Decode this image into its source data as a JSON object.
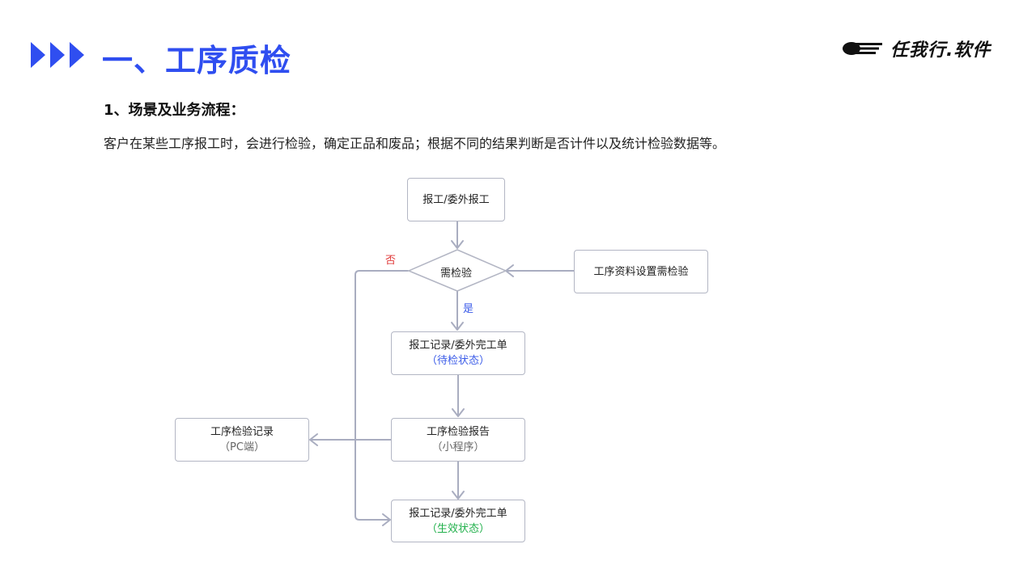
{
  "header": {
    "title": "一、工序质检",
    "logo_text": "任我行.软件"
  },
  "section": {
    "title": "1、场景及业务流程：",
    "description": "客户在某些工序报工时，会进行检验，确定正品和废品；根据不同的结果判断是否计件以及统计检验数据等。"
  },
  "flow": {
    "start": "报工/委外报工",
    "decision": "需检验",
    "config": "工序资料设置需检验",
    "record_pending": {
      "title": "报工记录/委外完工单",
      "status": "（待检状态）"
    },
    "report": {
      "title": "工序检验报告",
      "sub": "（小程序）"
    },
    "pc_record": {
      "title": "工序检验记录",
      "sub": "（PC端）"
    },
    "record_effective": {
      "title": "报工记录/委外完工单",
      "status": "（生效状态）"
    },
    "label_no": "否",
    "label_yes": "是"
  },
  "colors": {
    "accent": "#2f4ef0",
    "line": "#a9adc0",
    "status_pending": "#3a5be8",
    "status_effective": "#21b04b",
    "label_no": "#e03c3c"
  }
}
